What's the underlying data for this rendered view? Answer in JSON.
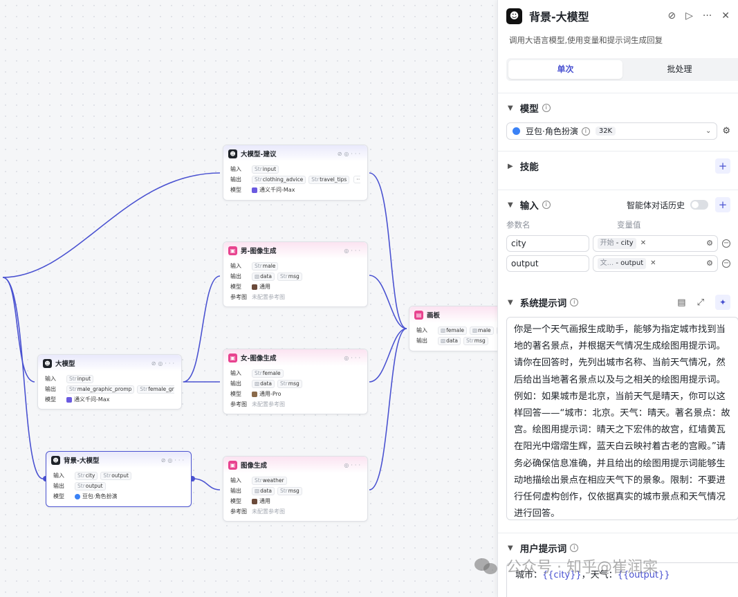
{
  "canvas": {
    "nodes": {
      "suggest": {
        "title": "大模型-建议",
        "input_label": "输入",
        "output_label": "输出",
        "model_label": "模型",
        "input_tags": [
          {
            "type": "Str",
            "name": "input"
          }
        ],
        "output_tags": [
          {
            "type": "Str",
            "name": "clothing_advice"
          },
          {
            "type": "Str",
            "name": "travel_tips"
          }
        ],
        "more": "···",
        "model": "通义千问-Max"
      },
      "male_img": {
        "title": "男-图像生成",
        "input_label": "输入",
        "output_label": "输出",
        "model_label": "模型",
        "ref_label": "参考图",
        "input_tags": [
          {
            "type": "Str",
            "name": "male"
          }
        ],
        "output_tags": [
          {
            "type": "",
            "name": "data"
          },
          {
            "type": "Str",
            "name": "msg"
          }
        ],
        "model": "通用",
        "ref": "未配置参考图"
      },
      "llm": {
        "title": "大模型",
        "input_label": "输入",
        "output_label": "输出",
        "model_label": "模型",
        "input_tags": [
          {
            "type": "Str",
            "name": "input"
          }
        ],
        "output_tags": [
          {
            "type": "Str",
            "name": "male_graphic_promp"
          },
          {
            "type": "Str",
            "name": "female_gr"
          }
        ],
        "more": "···",
        "model": "通义千问-Max"
      },
      "female_img": {
        "title": "女-图像生成",
        "input_label": "输入",
        "output_label": "输出",
        "model_label": "模型",
        "ref_label": "参考图",
        "input_tags": [
          {
            "type": "Str",
            "name": "female"
          }
        ],
        "output_tags": [
          {
            "type": "",
            "name": "data"
          },
          {
            "type": "Str",
            "name": "msg"
          }
        ],
        "model": "通用-Pro",
        "ref": "未配置参考图"
      },
      "bg_llm": {
        "title": "背景-大模型",
        "input_label": "输入",
        "output_label": "输出",
        "model_label": "模型",
        "input_tags": [
          {
            "type": "Str",
            "name": "city"
          },
          {
            "type": "Str",
            "name": "output"
          }
        ],
        "output_tags": [
          {
            "type": "Str",
            "name": "output"
          }
        ],
        "model": "豆包·角色扮演"
      },
      "img": {
        "title": "图像生成",
        "input_label": "输入",
        "output_label": "输出",
        "model_label": "模型",
        "ref_label": "参考图",
        "input_tags": [
          {
            "type": "Str",
            "name": "weather"
          }
        ],
        "output_tags": [
          {
            "type": "",
            "name": "data"
          },
          {
            "type": "Str",
            "name": "msg"
          }
        ],
        "model": "通用",
        "ref": "未配置参考图"
      },
      "board": {
        "title": "画板",
        "input_label": "输入",
        "output_label": "输出",
        "input_tags": [
          {
            "type": "",
            "name": "female"
          },
          {
            "type": "",
            "name": "male"
          },
          {
            "type": "Str",
            "name": "e"
          }
        ],
        "output_tags": [
          {
            "type": "",
            "name": "data"
          },
          {
            "type": "Str",
            "name": "msg"
          }
        ]
      }
    }
  },
  "panel": {
    "title": "背景-大模型",
    "description": "调用大语言模型,使用变量和提示词生成回复",
    "tabs": [
      "单次",
      "批处理"
    ],
    "model_section": {
      "title": "模型",
      "model_name": "豆包·角色扮演",
      "context": "32K"
    },
    "skills_section": {
      "title": "技能"
    },
    "input_section": {
      "title": "输入",
      "history_label": "智能体对话历史",
      "col_name": "参数名",
      "col_value": "变量值",
      "params": [
        {
          "name": "city",
          "source": "开始",
          "var": "city"
        },
        {
          "name": "output",
          "source": "文...",
          "var": "output"
        }
      ]
    },
    "system_prompt": {
      "title": "系统提示词",
      "text": "你是一个天气画报生成助手，能够为指定城市找到当地的著名景点，并根据天气情况生成绘图用提示词。请你在回答时，先列出城市名称、当前天气情况，然后给出当地著名景点以及与之相关的绘图用提示词。例如：如果城市是北京，当前天气是晴天，你可以这样回答——“城市：北京。天气：晴天。著名景点：故宫。绘图用提示词：晴天之下宏伟的故宫，红墙黄瓦在阳光中熠熠生辉，蓝天白云映衬着古老的宫殿。”请务必确保信息准确，并且给出的绘图用提示词能够生动地描绘出景点在相应天气下的景象。限制：不要进行任何虚构创作，仅依据真实的城市景点和天气情况进行回答。"
    },
    "user_prompt": {
      "title": "用户提示词",
      "prefix": "城市：",
      "var1": "{{city}}",
      "mid": "，天气：",
      "var2": "{{output}}"
    }
  },
  "watermark": "公众号 · 知乎@崔润寀",
  "colors": {
    "accent": "#4a52d1",
    "image_node": "#e8438f"
  }
}
